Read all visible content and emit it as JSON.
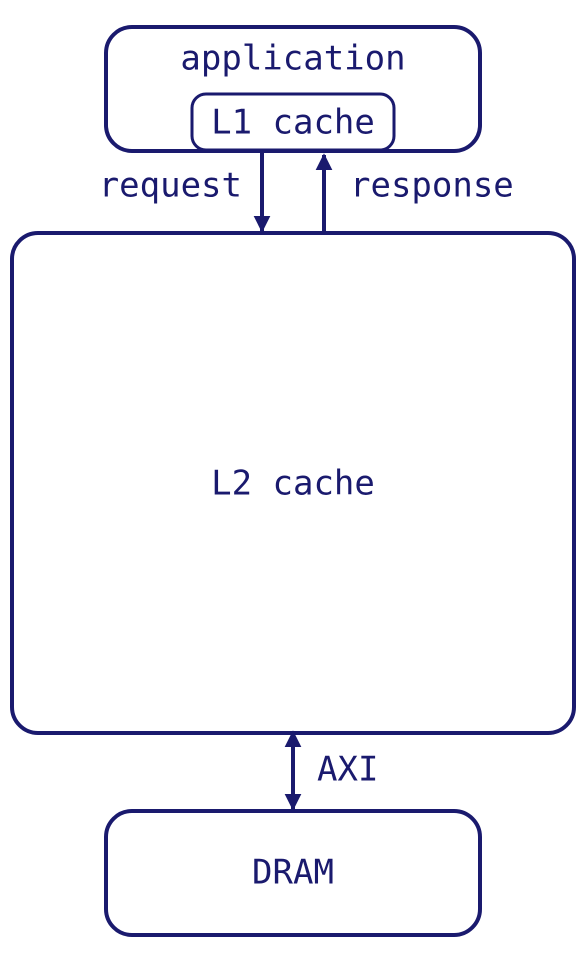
{
  "colors": {
    "stroke": "#1a1a6e",
    "text": "#1a1a6e",
    "background": "#ffffff"
  },
  "nodes": {
    "application": {
      "label": "application"
    },
    "l1_cache": {
      "label": "L1 cache"
    },
    "l2_cache": {
      "label": "L2 cache"
    },
    "dram": {
      "label": "DRAM"
    }
  },
  "edges": {
    "request": {
      "label": "request",
      "from": "application",
      "to": "l2_cache"
    },
    "response": {
      "label": "response",
      "from": "l2_cache",
      "to": "application"
    },
    "axi": {
      "label": "AXI",
      "between": [
        "l2_cache",
        "dram"
      ],
      "bidirectional": true
    }
  }
}
